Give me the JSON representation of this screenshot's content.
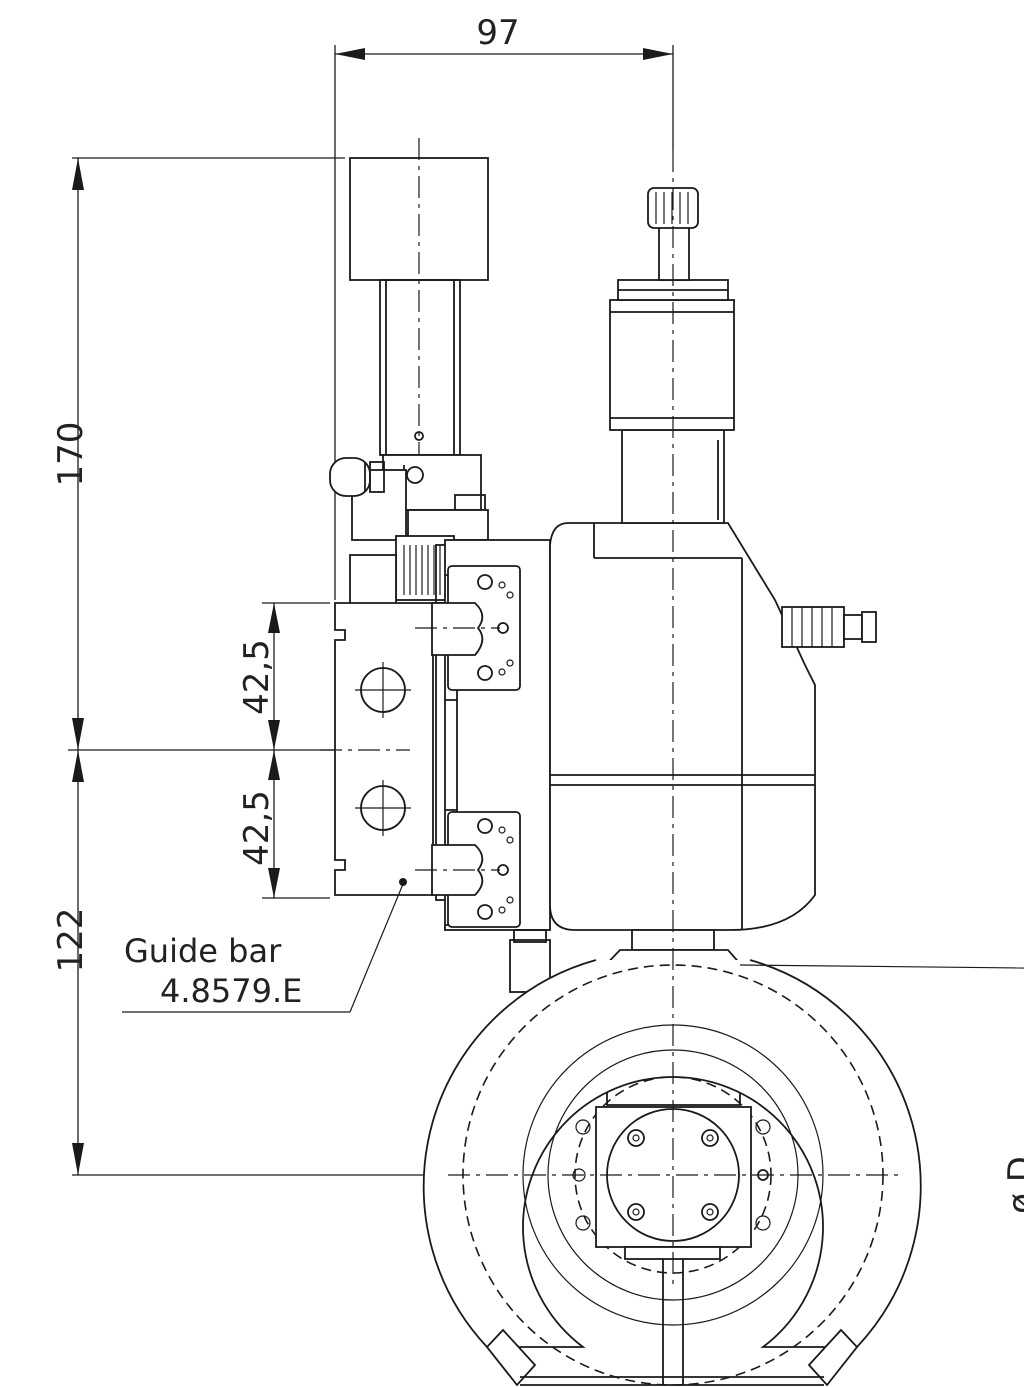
{
  "dimensions": {
    "top_width": "97",
    "upper_height": "170",
    "lower_height": "122",
    "pitch_upper": "42,5",
    "pitch_lower": "42,5",
    "diameter": "ø D"
  },
  "labels": {
    "guide_bar_line1": "Guide bar",
    "guide_bar_line2": "4.8579.E"
  },
  "colors": {
    "line": "#1a1a1a",
    "background": "#ffffff"
  }
}
